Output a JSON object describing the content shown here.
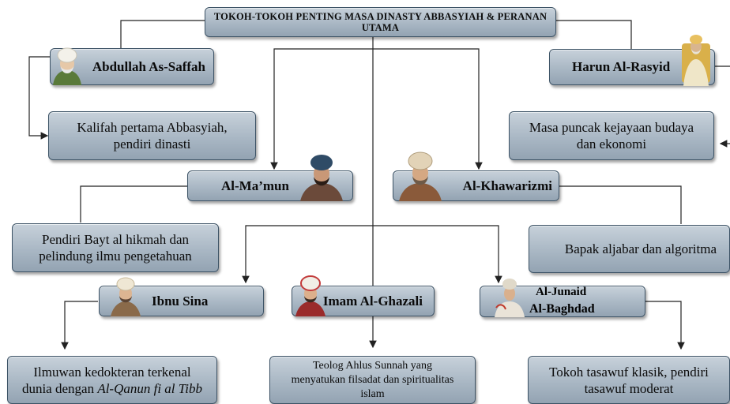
{
  "title": "TOKOH-TOKOH PENTING MASA DINASTY ABBASYIAH & PERANAN UTAMA",
  "figures": [
    {
      "name": "Abdullah As-Saffah",
      "desc_lines": [
        "Kalifah pertama Abbasyiah,",
        "pendiri dinasti"
      ]
    },
    {
      "name": "Harun Al-Rasyid",
      "desc_lines": [
        "Masa puncak kejayaan budaya",
        "dan ekonomi"
      ]
    },
    {
      "name": "Al-Ma’mun",
      "desc_lines": [
        "Pendiri Bayt al hikmah dan",
        "pelindung ilmu pengetahuan"
      ]
    },
    {
      "name": "Al-Khawarizmi",
      "desc_lines": [
        "Bapak aljabar dan algoritma"
      ]
    },
    {
      "name": "Ibnu Sina",
      "desc_lines": [
        "Ilmuwan kedokteran terkenal",
        "dunia dengan"
      ],
      "desc_italic": "Al-Qanun fi al Tibb"
    },
    {
      "name": "Imam Al-Ghazali",
      "desc_lines": [
        "Teolog Ahlus Sunnah yang",
        "menyatukan filsadat dan spiritualitas",
        "islam"
      ]
    },
    {
      "name_lines": [
        "Al-Junaid",
        "Al-Baghdad"
      ],
      "desc_lines": [
        "Tokoh tasawuf klasik, pendiri",
        "tasawuf moderat"
      ]
    }
  ]
}
